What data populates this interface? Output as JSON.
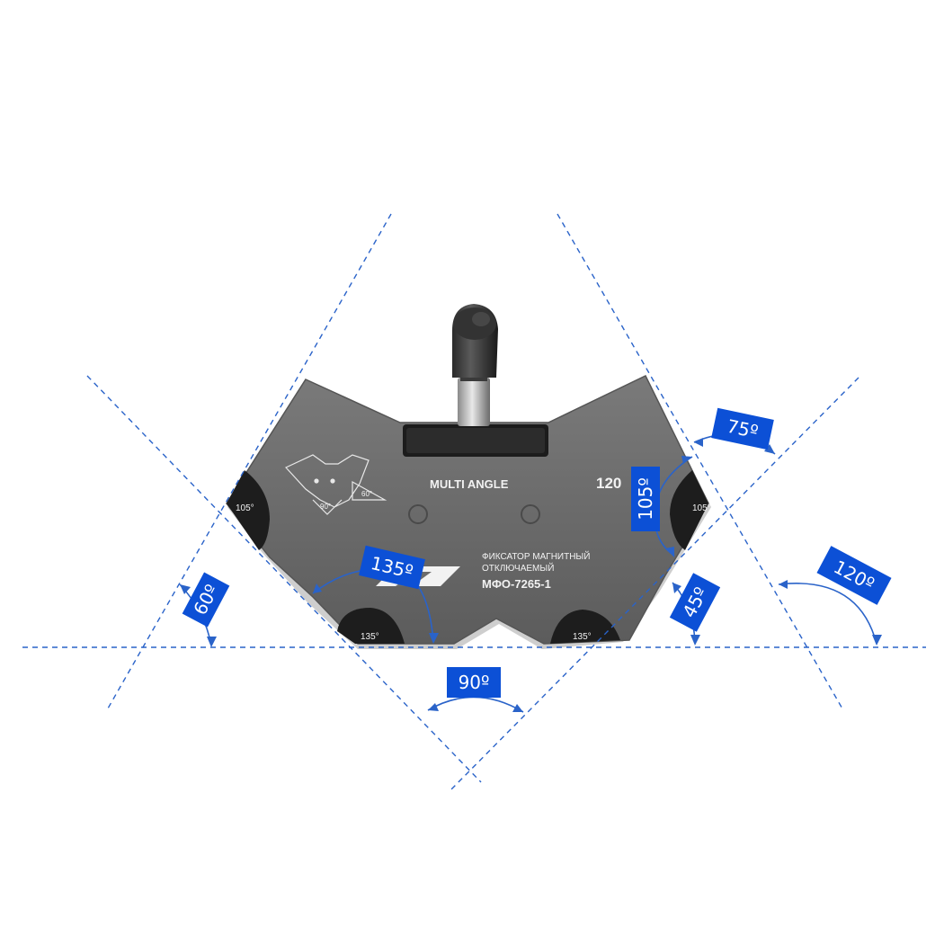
{
  "device": {
    "brand_label": "MULTI ANGLE",
    "model_number": "120",
    "description_line1": "ФИКСАТОР МАГНИТНЫЙ",
    "description_line2": "ОТКЛЮЧАЕМЫЙ",
    "model_code": "МФО-7265-1",
    "corner_labels": {
      "left": "105°",
      "right": "105°",
      "bottom_left": "135°",
      "bottom_right": "135°"
    },
    "diagram_labels": {
      "right_angle": "90°",
      "side_angle": "60°"
    }
  },
  "angle_badges": {
    "a60": "60º",
    "a135": "135º",
    "a90": "90º",
    "a105": "105º",
    "a75": "75º",
    "a45": "45º",
    "a120": "120º"
  },
  "colors": {
    "badge": "#0c50d6",
    "dash": "#2a63c9",
    "device_body": "#6b6b6b",
    "device_dark": "#1e1e1e"
  }
}
